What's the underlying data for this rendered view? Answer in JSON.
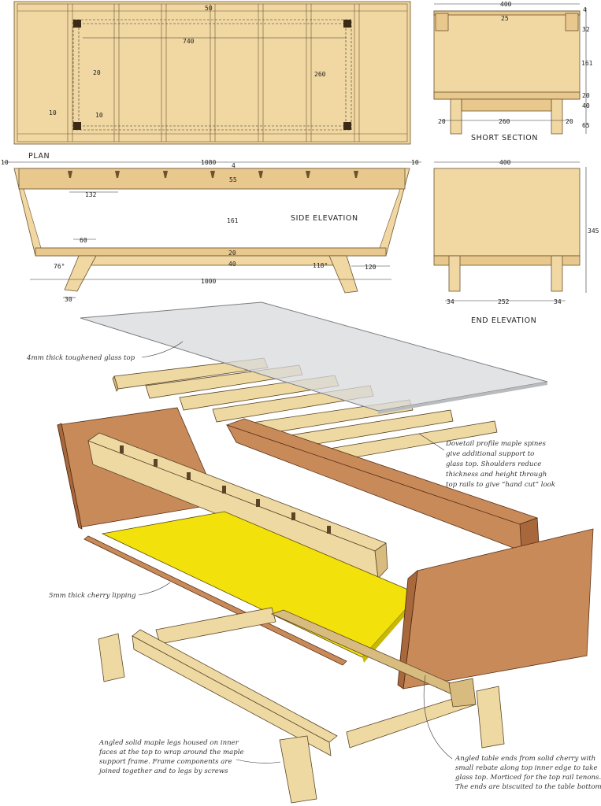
{
  "views": {
    "plan": {
      "title": "PLAN",
      "dims": {
        "d50": "50",
        "d740": "740",
        "d20": "20",
        "d260": "260",
        "d10a": "10",
        "d10b": "10"
      }
    },
    "short_section": {
      "title": "SHORT SECTION",
      "dims": {
        "d400": "400",
        "d25": "25",
        "d4": "4",
        "d32": "32",
        "d161": "161",
        "d20r": "20",
        "d40": "40",
        "d65": "65",
        "d20a": "20",
        "d260": "260",
        "d20b": "20"
      }
    },
    "side_elevation": {
      "title": "SIDE ELEVATION",
      "dims": {
        "d10l": "10",
        "d1080": "1080",
        "d10r": "10",
        "d4": "4",
        "d55": "55",
        "d132": "132",
        "d161": "161",
        "d60": "60",
        "d20": "20",
        "d40": "40",
        "d76": "76°",
        "d118": "118°",
        "d120": "120",
        "d1000": "1000",
        "d30": "30"
      }
    },
    "end_elevation": {
      "title": "END ELEVATION",
      "dims": {
        "d400": "400",
        "d345": "345",
        "d34a": "34",
        "d252": "252",
        "d34b": "34"
      }
    }
  },
  "notes": {
    "glass": "4mm thick toughened glass top",
    "spines": [
      "Dovetail profile maple spines",
      "give additional support to",
      "glass top. Shoulders reduce",
      "thickness and height through",
      "top rails to give “hand cut” look"
    ],
    "lipping": "5mm thick cherry lipping",
    "legs": [
      "Angled solid maple legs housed on inner",
      "faces at the top to wrap around the maple",
      "support frame. Frame components are",
      "joined together and to legs by screws"
    ],
    "ends": [
      "Angled table ends from solid cherry with",
      "small rebate along top inner edge to take",
      "glass top. Morticed for the top rail tenons.",
      "The ends are biscuited to the table bottom."
    ]
  },
  "colors": {
    "maple": "#efd9a3",
    "cherry": "#c98a5a",
    "base_panel": "#f2e10a",
    "glass": "#d8dadc"
  }
}
